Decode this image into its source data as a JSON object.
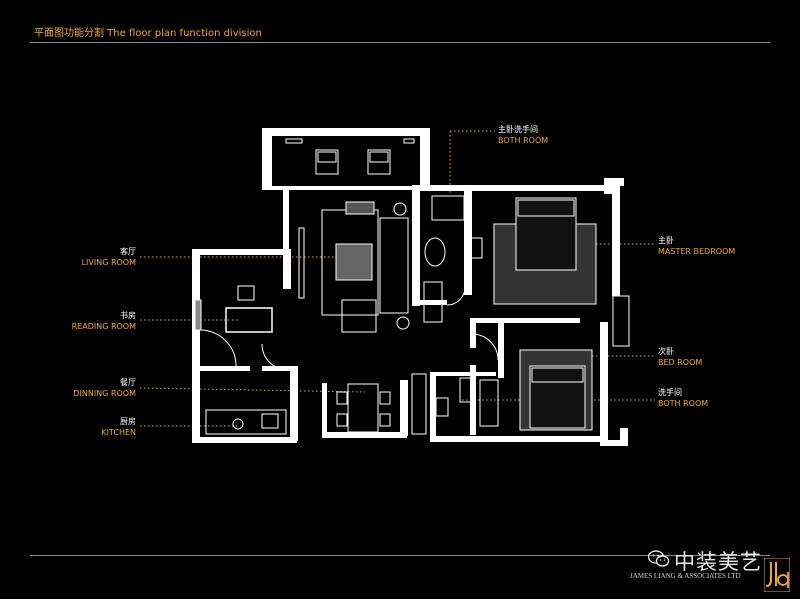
{
  "header": {
    "title": "平面图功能分割  The floor plan function division"
  },
  "rooms_left": [
    {
      "zh": "客厅",
      "en": "LIVING ROOM"
    },
    {
      "zh": "书房",
      "en": "READING ROOM"
    },
    {
      "zh": "餐厅",
      "en": "DINNING ROOM"
    },
    {
      "zh": "厨房",
      "en": "KITCHEN"
    }
  ],
  "rooms_right": [
    {
      "zh": "主卧洗手间",
      "en": "BOTH ROOM"
    },
    {
      "zh": "主卧",
      "en": "MASTER BEDROOM"
    },
    {
      "zh": "次卧",
      "en": "BED ROOM"
    },
    {
      "zh": "洗手间",
      "en": "BOTH ROOM"
    }
  ],
  "logo": {
    "brand": "中装美艺",
    "company": "JAMES LIANG & ASSOCIATES  LTD"
  },
  "colors": {
    "accent": "#f0a830",
    "walls": "#ffffff",
    "background": "#000000"
  }
}
